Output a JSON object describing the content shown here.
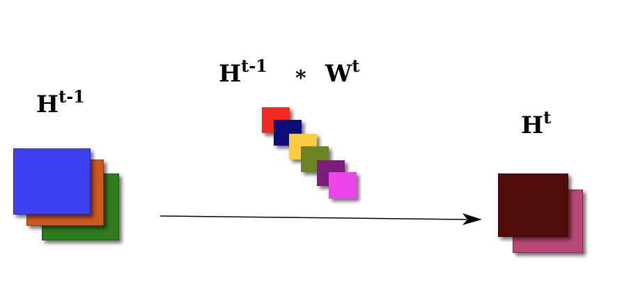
{
  "labels": {
    "input": {
      "base": "H",
      "sup": "t-1"
    },
    "conv_left": {
      "base": "H",
      "sup": "t-1"
    },
    "operator": "*",
    "conv_right": {
      "base": "W",
      "sup": "t"
    },
    "output": {
      "base": "H",
      "sup": "t"
    }
  },
  "input_stack": {
    "colors": [
      "#2e7d1e",
      "#cc5a1f",
      "#3f3ff2"
    ]
  },
  "filter_stack": {
    "colors": [
      "#ee2a22",
      "#0d0d7a",
      "#f9cc44",
      "#6d8426",
      "#7a1e7a",
      "#ea44ea"
    ]
  },
  "output_stack": {
    "colors": [
      "#b94876",
      "#510d0a"
    ]
  }
}
